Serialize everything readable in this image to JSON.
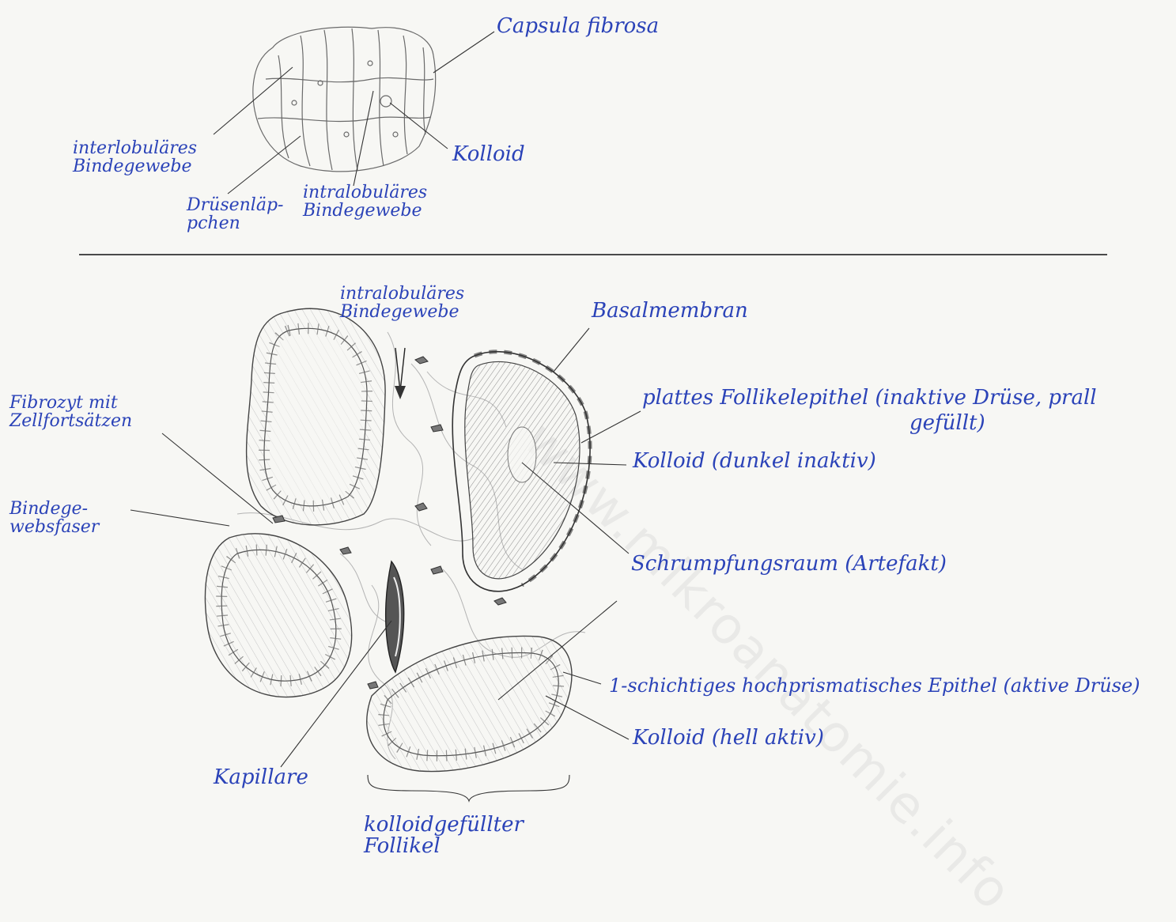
{
  "header_fragment": "",
  "watermark": "www.mikroanatomie.info",
  "overview_drawing": {
    "labels": {
      "capsula": "Capsula fibrosa",
      "interlobular": "interlobuläres\nBindegewebe",
      "driisen": "Drüsenläp-\npchen",
      "intralobular": "intralobuläres\nBindegewebe",
      "kolloid": "Kolloid"
    }
  },
  "detail_drawing": {
    "labels": {
      "intralobular": "intralobuläres\nBindegewebe",
      "basalmembran": "Basalmembran",
      "plattes": "plattes Follikelepithel (inaktive Drüse, prall",
      "plattes2": "gefüllt)",
      "kolloid_dunkel": "Kolloid (dunkel inaktiv)",
      "fibrozyt": "Fibrozyt mit\nZellfortsätzen",
      "bindegewebsfaser": "Bindege-\nwebsfaser",
      "schrumpf": "Schrumpfungsraum (Artefakt)",
      "epithel": "1-schichtiges hochprismatisches Epithel (aktive Drüse)",
      "kolloid_hell": "Kolloid (hell aktiv)",
      "kapillare": "Kapillare",
      "follikel": "kolloidgefüllter\nFollikel"
    }
  },
  "colors": {
    "ink": "#2b43b8",
    "pencil": "#444444",
    "shade": "#9a9a9a"
  }
}
